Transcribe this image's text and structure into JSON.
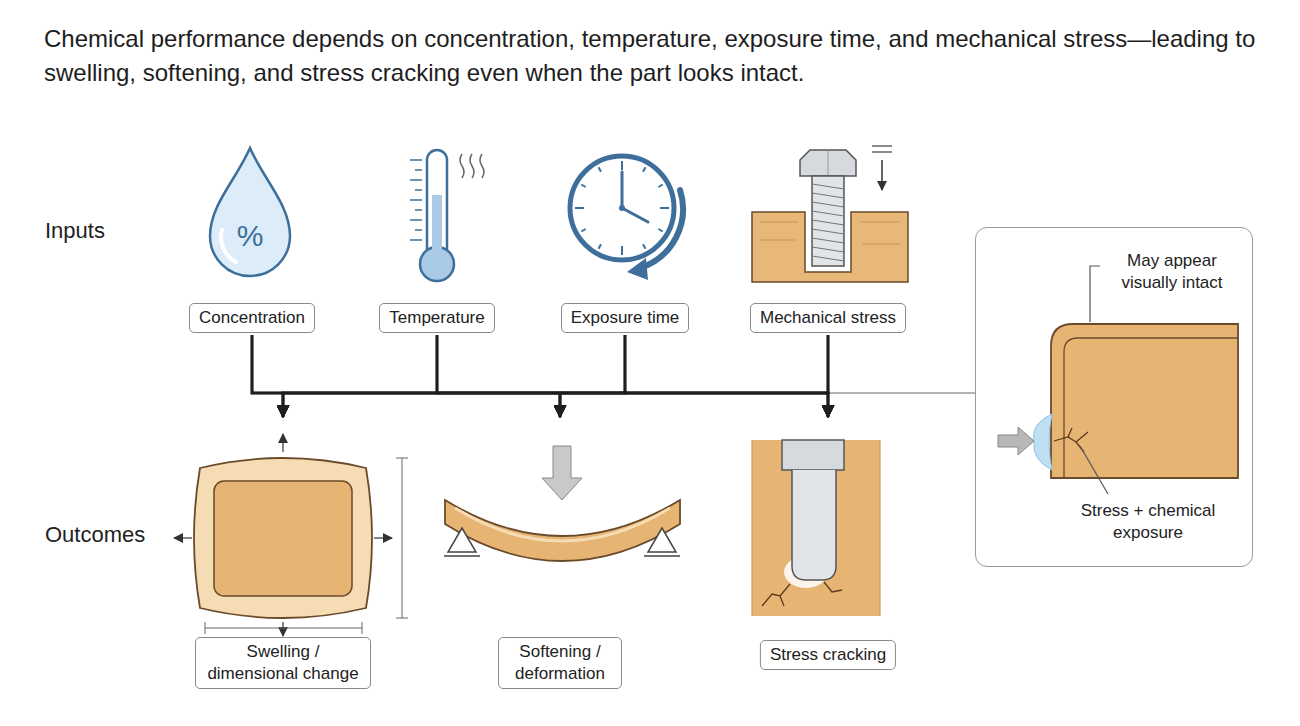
{
  "diagram": {
    "title": "Chemical performance depends on concentration, temperature, exposure time, and mechanical stress—leading to swelling, softening, and stress cracking even when the part looks intact.",
    "nodes": [
      {
        "text": [
          "Concentration"
        ]
      },
      {
        "text": [
          "Temperature"
        ]
      },
      {
        "text": [
          "Exposure time"
        ]
      },
      {
        "text": [
          "Mechanical stress"
        ]
      },
      {
        "text": [
          "Swelling / dimensional change"
        ]
      },
      {
        "text": [
          "Softening / deformation"
        ]
      },
      {
        "text": [
          "Stress cracking"
        ]
      },
      {
        "text": [
          "May appear visually intact",
          "Stress + chemical exposure"
        ]
      }
    ],
    "edges": [
      {
        "from": 0,
        "to": 4,
        "arrow": "to"
      },
      {
        "from": 0,
        "to": 5,
        "arrow": "to"
      },
      {
        "from": 0,
        "to": 6,
        "arrow": "to"
      },
      {
        "from": 1,
        "to": 4,
        "arrow": "to"
      },
      {
        "from": 1,
        "to": 5,
        "arrow": "to"
      },
      {
        "from": 1,
        "to": 6,
        "arrow": "to"
      },
      {
        "from": 2,
        "to": 4,
        "arrow": "to"
      },
      {
        "from": 2,
        "to": 5,
        "arrow": "to"
      },
      {
        "from": 2,
        "to": 6,
        "arrow": "to"
      },
      {
        "from": 3,
        "to": 4,
        "arrow": "to"
      },
      {
        "from": 3,
        "to": 5,
        "arrow": "to"
      },
      {
        "from": 3,
        "to": 6,
        "arrow": "to"
      }
    ],
    "labels": [
      "Inputs",
      "%",
      "Outcomes"
    ]
  }
}
